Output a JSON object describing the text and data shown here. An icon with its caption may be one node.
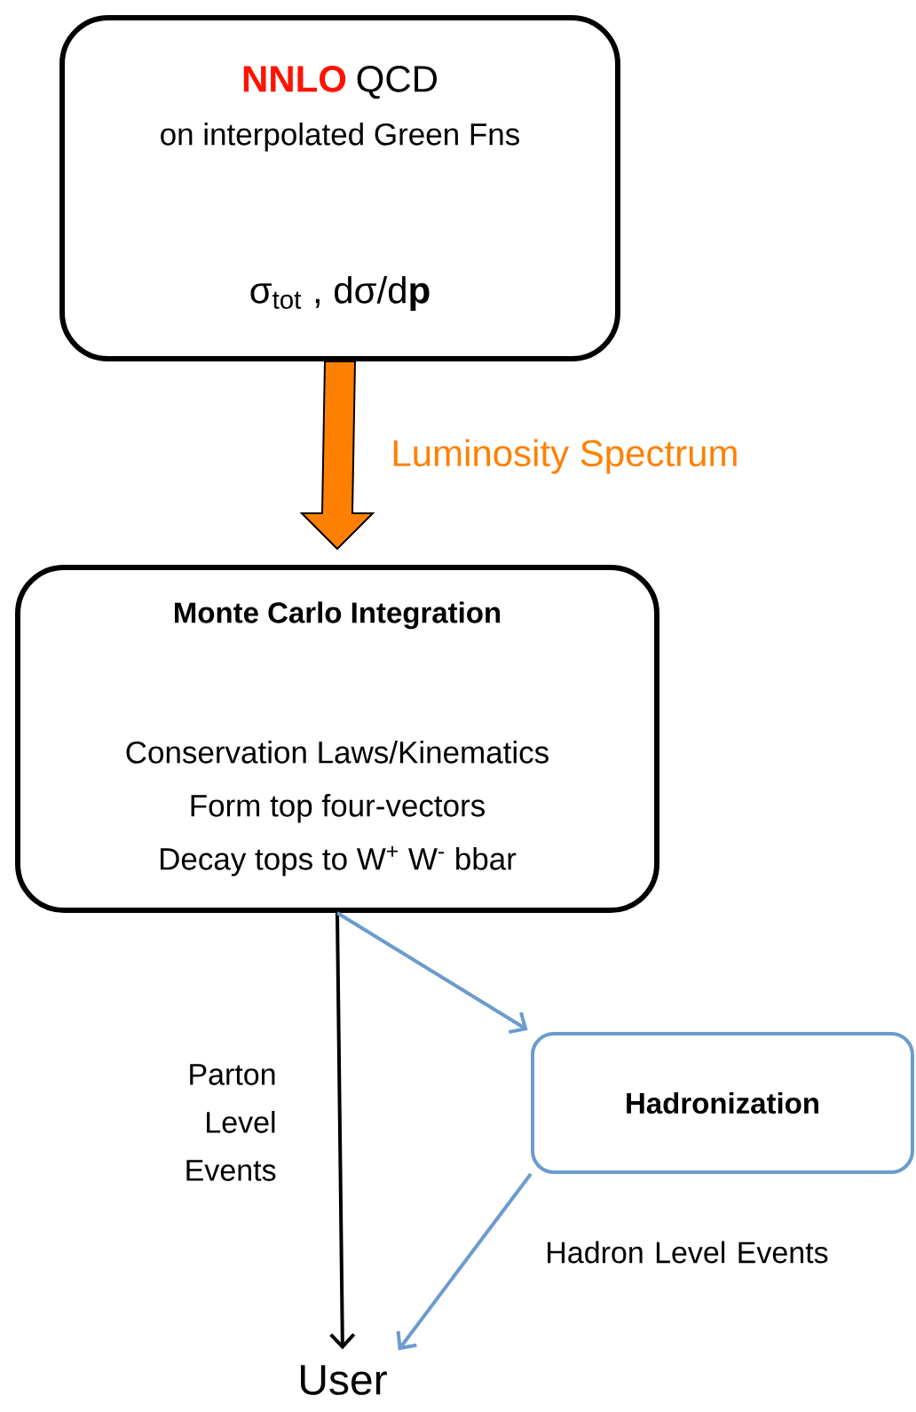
{
  "diagram": {
    "nodes": [
      {
        "text": [
          "NNLO",
          "QCD",
          "on interpolated Green Fns",
          "σ$_{tot}$ , dσ/d**p**"
        ]
      },
      {
        "text": [
          "Monte Carlo Integration",
          "Conservation Laws/Kinematics",
          "Form top four-vectors",
          "Decay tops to W$^{+}$ W$^{-}$ bbar"
        ]
      },
      {
        "text": [
          "Hadronization"
        ]
      },
      {
        "text": [
          "User"
        ]
      }
    ],
    "edges": [
      {
        "from": 0,
        "to": 1,
        "arrow": "to",
        "style": "thick",
        "color": "#ff8000",
        "label": "Luminosity Spectrum"
      },
      {
        "from": 1,
        "to": 3,
        "arrow": "to",
        "color": "#000000",
        "label": "Parton Level Events"
      },
      {
        "from": 1,
        "to": 2,
        "arrow": "to",
        "color": "#6b9bcf"
      },
      {
        "from": 2,
        "to": 3,
        "arrow": "to",
        "color": "#6b9bcf",
        "label": "Hadron Level Events"
      }
    ]
  }
}
